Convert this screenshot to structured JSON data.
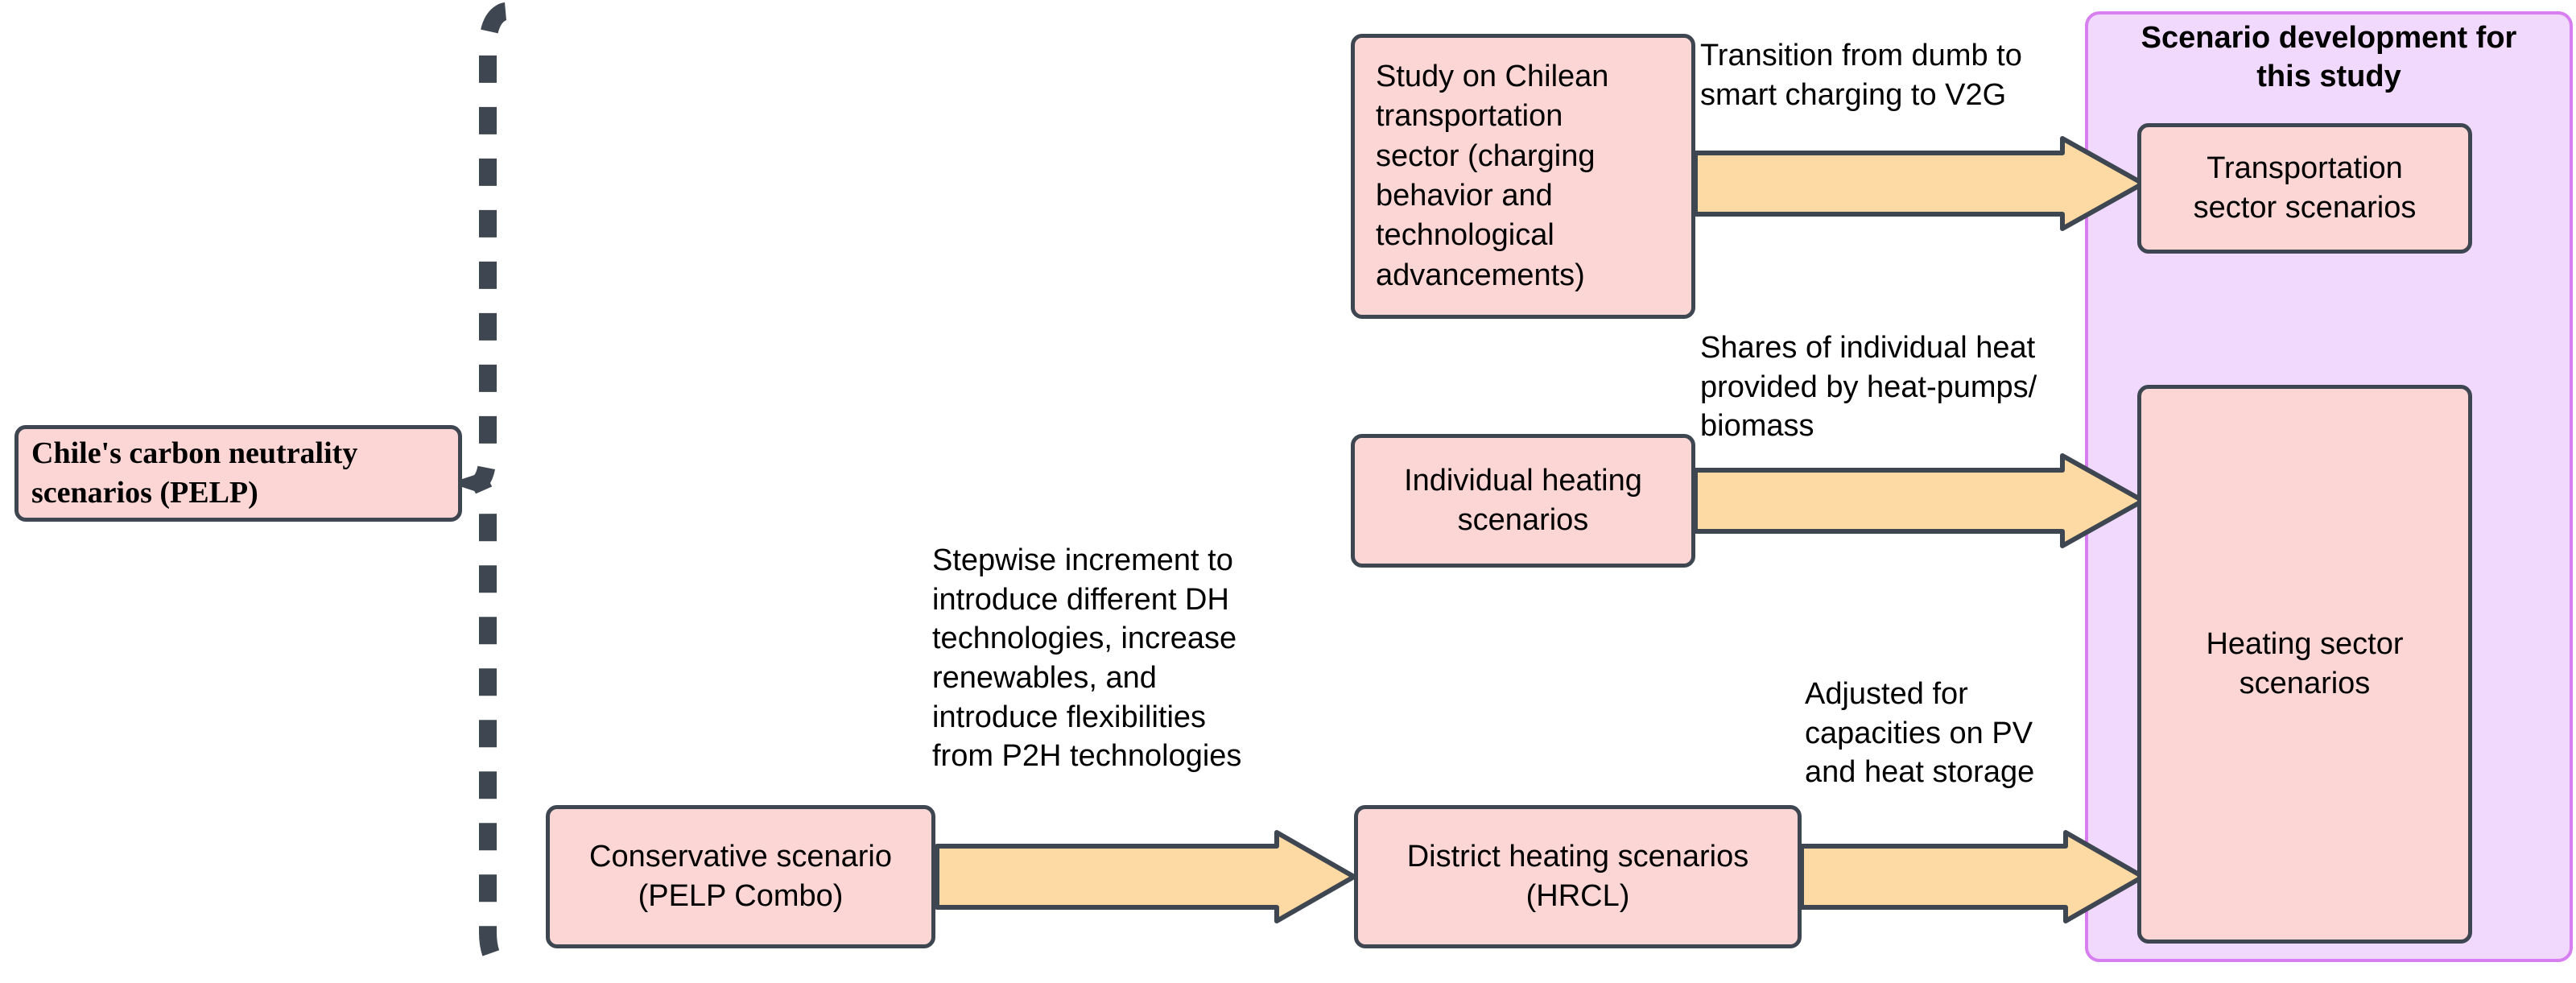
{
  "colors": {
    "node_fill": "#fbd6d4",
    "node_stroke": "#3e4651",
    "arrow_fill": "#fdd9a3",
    "arrow_stroke": "#3e4651",
    "group_fill": "#f0d9fd",
    "group_border": "#d77ef0",
    "brace": "#3e4651",
    "text": "#000000",
    "background": "#ffffff"
  },
  "nodes": {
    "pelp": {
      "label": "Chile's carbon neutrality\nscenarios (PELP)"
    },
    "transport_study": {
      "label": "Study on Chilean\ntransportation\nsector (charging\nbehavior and\ntechnological\nadvancements)"
    },
    "individual_heating": {
      "label": "Individual heating\nscenarios"
    },
    "conservative": {
      "label": "Conservative scenario\n(PELP Combo)"
    },
    "district_heating": {
      "label": "District heating scenarios\n(HRCL)"
    },
    "transport_scenarios": {
      "label": "Transportation\nsector scenarios"
    },
    "heating_scenarios": {
      "label": "Heating sector\nscenarios"
    }
  },
  "group": {
    "title": "Scenario development for\nthis study"
  },
  "annotations": {
    "v2g": "Transition from dumb to\nsmart charging to V2G",
    "shares": "Shares of individual heat\nprovided by heat-pumps/\nbiomass",
    "stepwise": "Stepwise increment to\nintroduce different DH\ntechnologies, increase\nrenewables, and\nintroduce flexibilities\nfrom P2H technologies",
    "adjusted": "Adjusted for\ncapacities on PV\nand heat storage"
  }
}
